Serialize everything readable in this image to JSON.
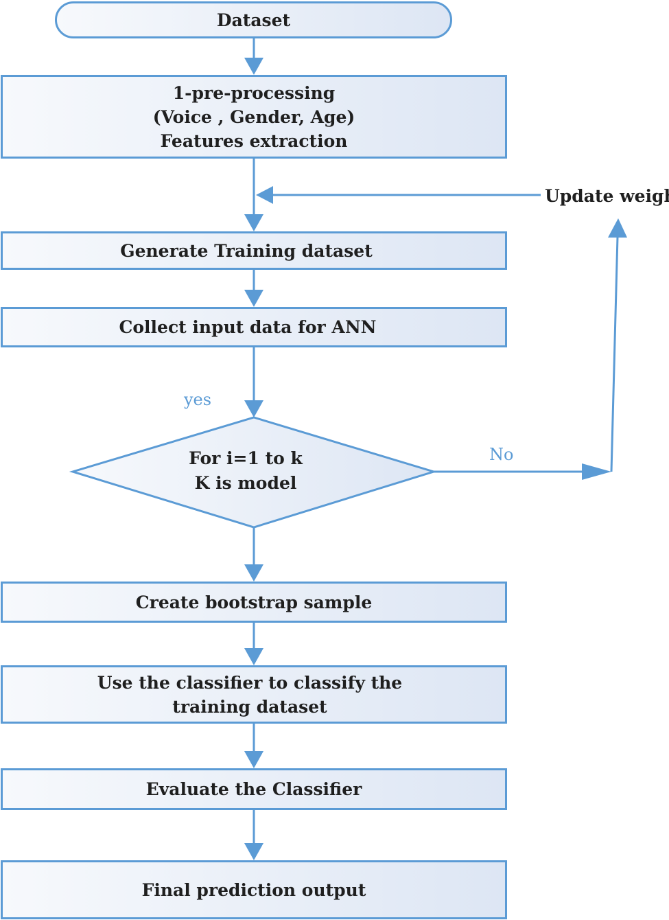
{
  "nodes": {
    "dataset": "Dataset",
    "preprocess": [
      "1-pre-processing",
      "(Voice , Gender, Age)",
      "Features extraction"
    ],
    "generate_training": "Generate Training dataset",
    "collect_input": "Collect input data for ANN",
    "decision": [
      "For i=1 to k",
      "K is model"
    ],
    "bootstrap": "Create bootstrap sample",
    "classify": [
      "Use the classifier to classify the",
      "training dataset"
    ],
    "evaluate": "Evaluate the Classifier",
    "final_output": "Final prediction output"
  },
  "edge_labels": {
    "yes": "yes",
    "no": "No",
    "update_weight": "Update weight"
  },
  "colors": {
    "stroke": "#5b9bd5",
    "fill_light": "#f7f9fc",
    "fill_dark": "#dde6f4",
    "text": "#1f1f1f"
  }
}
